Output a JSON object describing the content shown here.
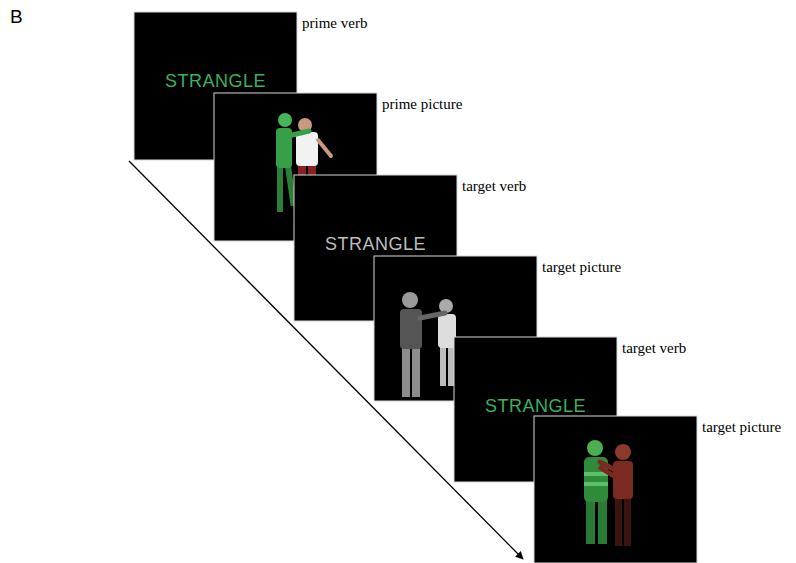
{
  "diagram": {
    "nodes": [
      {
        "text": [
          "STRANGLE",
          "prime verb"
        ]
      },
      {
        "text": [
          "prime picture"
        ]
      },
      {
        "text": [
          "STRANGLE",
          "target verb"
        ]
      },
      {
        "text": [
          "target picture"
        ]
      },
      {
        "text": [
          "STRANGLE",
          "target verb"
        ]
      },
      {
        "text": [
          "target picture"
        ]
      }
    ],
    "labels": [
      "B"
    ]
  }
}
